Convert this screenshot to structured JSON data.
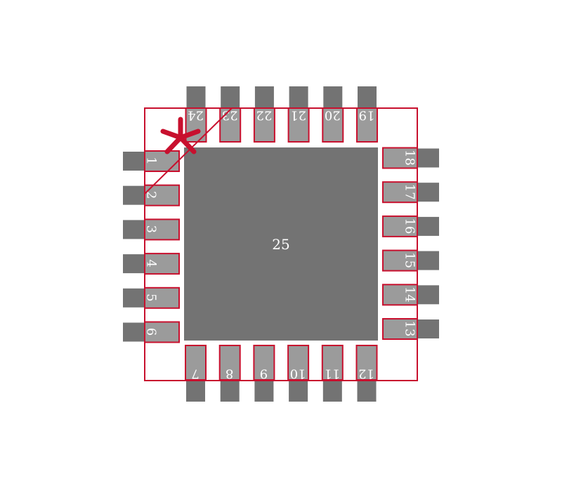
{
  "footprint": {
    "center_pad_label": "25",
    "pins": {
      "left": [
        "1",
        "2",
        "3",
        "4",
        "5",
        "6"
      ],
      "bottom": [
        "7",
        "8",
        "9",
        "10",
        "11",
        "12"
      ],
      "right": [
        "13",
        "14",
        "15",
        "16",
        "17",
        "18"
      ],
      "top": [
        "19",
        "20",
        "21",
        "22",
        "23",
        "24"
      ]
    },
    "pin1_marker": "*",
    "colors": {
      "copper": "#737373",
      "pad_fill": "#9b9b9b",
      "silkscreen": "#c8102e",
      "label": "#ffffff",
      "background": "#ffffff"
    }
  }
}
